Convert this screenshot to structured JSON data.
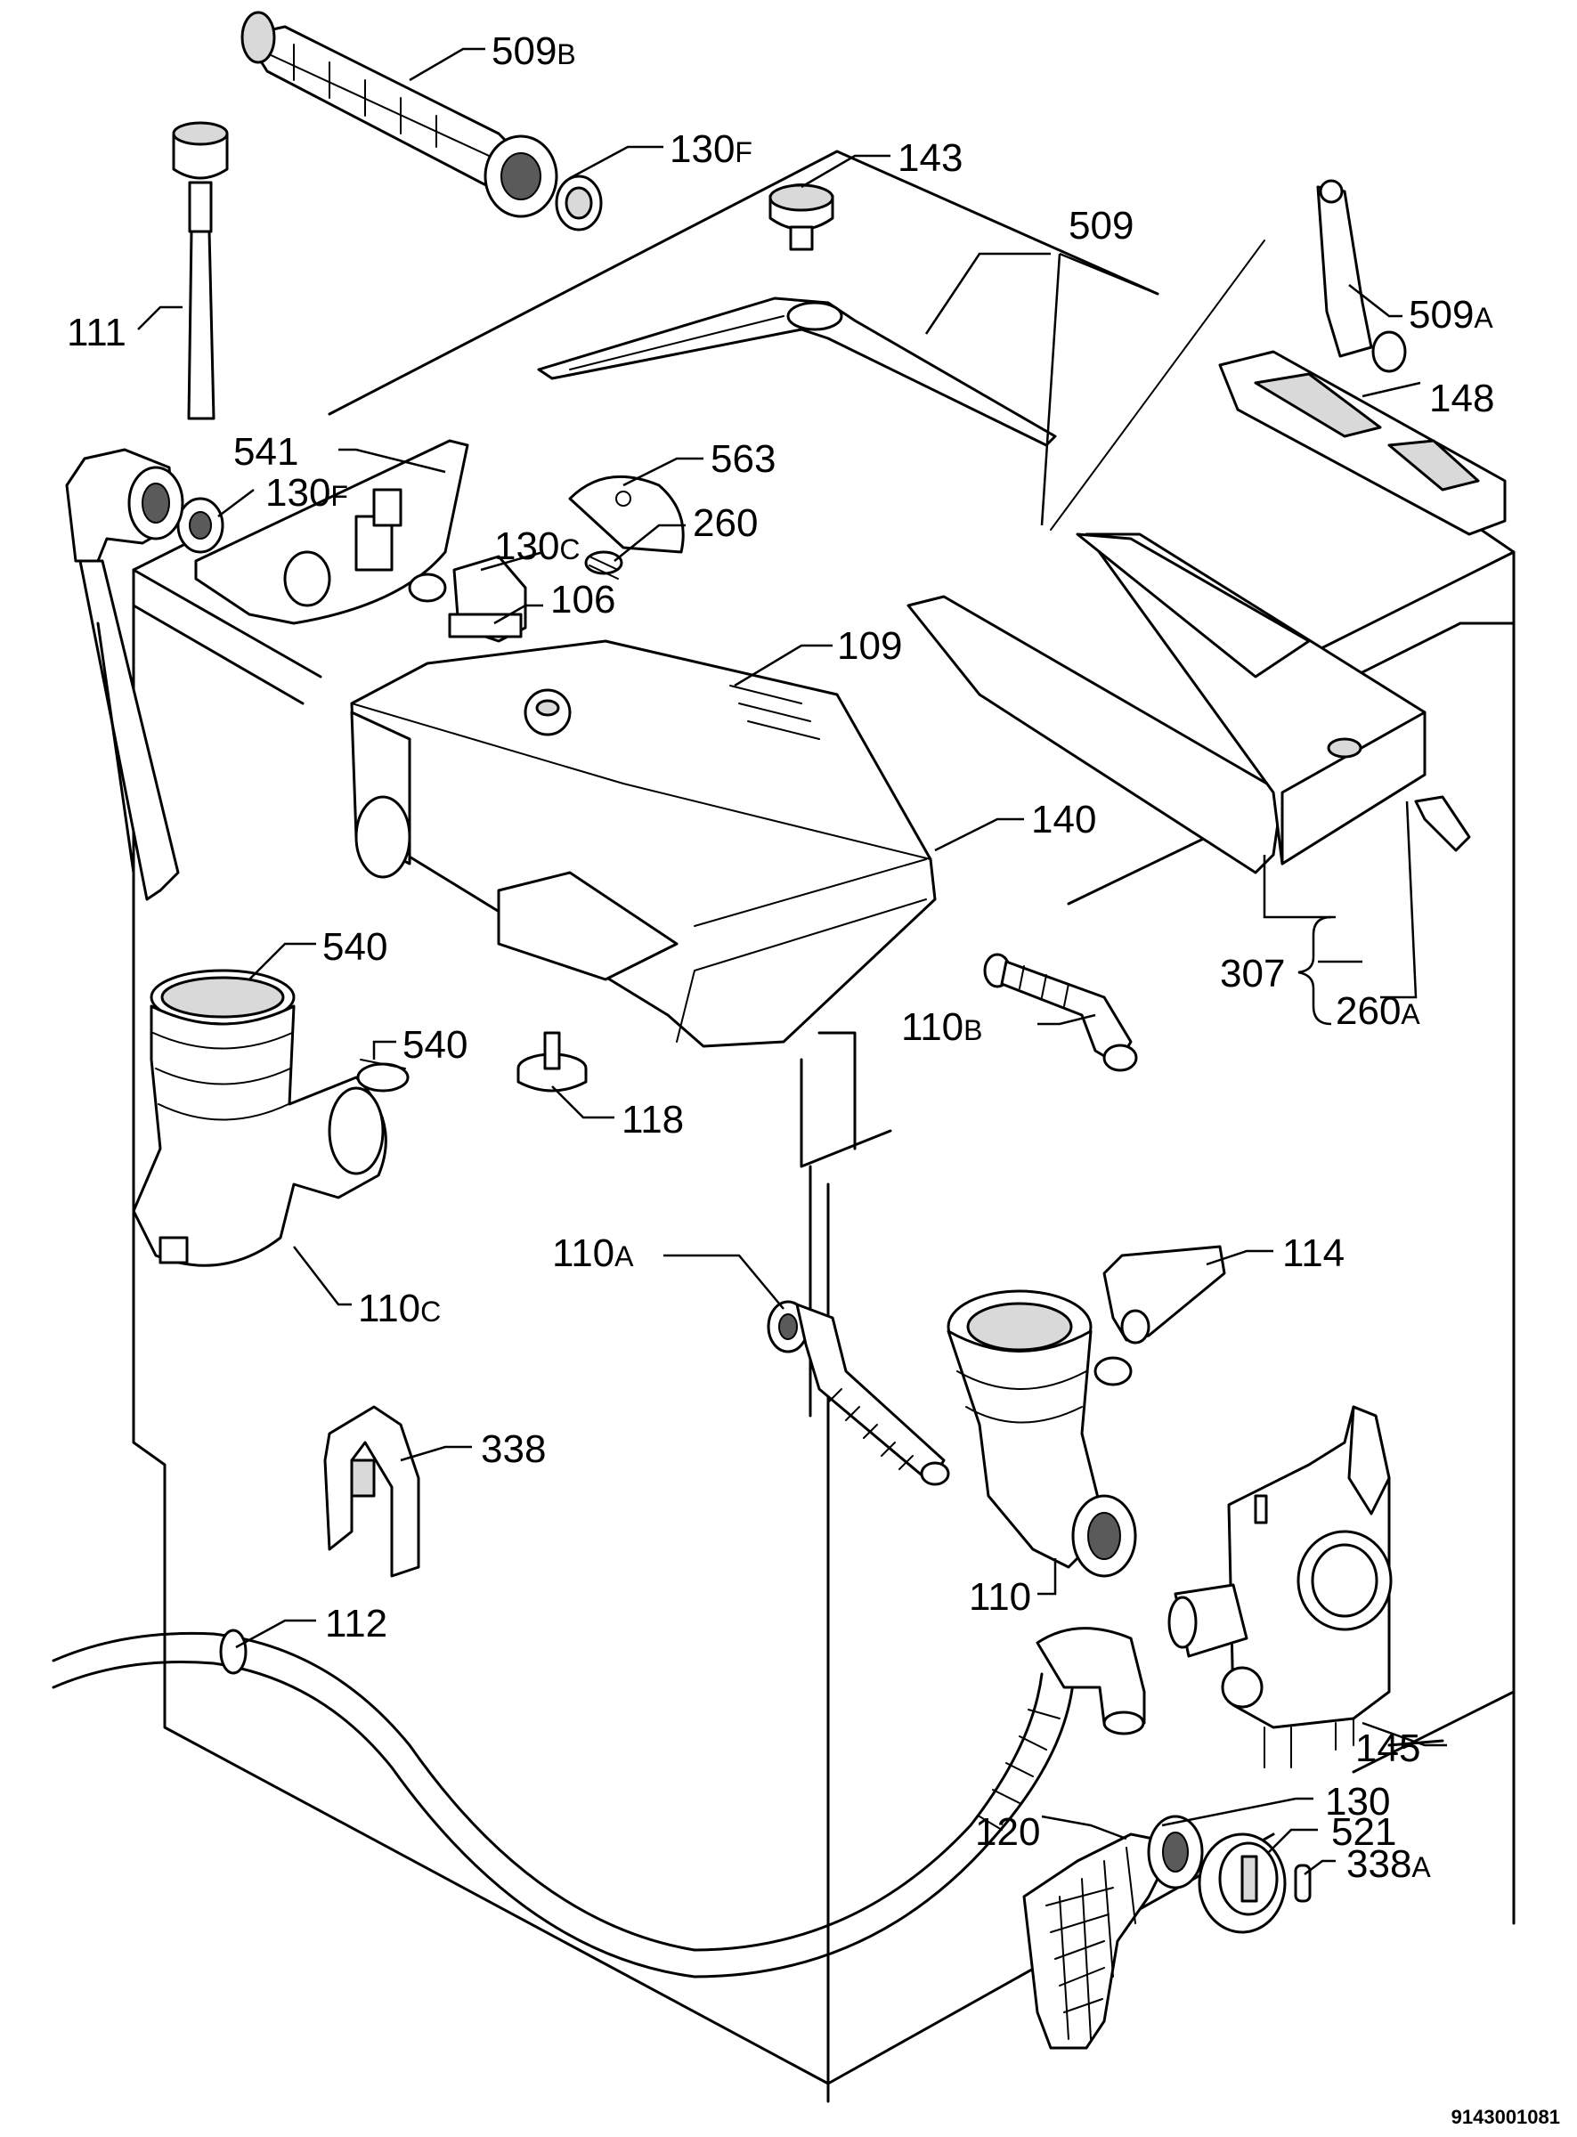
{
  "diagram": {
    "document_number": "9143001081",
    "parts": [
      {
        "id": "509B",
        "number": "509",
        "suffix": "B"
      },
      {
        "id": "130F-top",
        "number": "130",
        "suffix": "F"
      },
      {
        "id": "143",
        "number": "143",
        "suffix": ""
      },
      {
        "id": "509",
        "number": "509",
        "suffix": ""
      },
      {
        "id": "509A",
        "number": "509",
        "suffix": "A"
      },
      {
        "id": "111",
        "number": "111",
        "suffix": ""
      },
      {
        "id": "148",
        "number": "148",
        "suffix": ""
      },
      {
        "id": "541",
        "number": "541",
        "suffix": ""
      },
      {
        "id": "130F-mid",
        "number": "130",
        "suffix": "F"
      },
      {
        "id": "563",
        "number": "563",
        "suffix": ""
      },
      {
        "id": "260",
        "number": "260",
        "suffix": ""
      },
      {
        "id": "130C",
        "number": "130",
        "suffix": "C"
      },
      {
        "id": "106",
        "number": "106",
        "suffix": ""
      },
      {
        "id": "109",
        "number": "109",
        "suffix": ""
      },
      {
        "id": "140",
        "number": "140",
        "suffix": ""
      },
      {
        "id": "540-top",
        "number": "540",
        "suffix": ""
      },
      {
        "id": "540-mid",
        "number": "540",
        "suffix": ""
      },
      {
        "id": "307",
        "number": "307",
        "suffix": ""
      },
      {
        "id": "260A",
        "number": "260",
        "suffix": "A"
      },
      {
        "id": "110B",
        "number": "110",
        "suffix": "B"
      },
      {
        "id": "118",
        "number": "118",
        "suffix": ""
      },
      {
        "id": "110C",
        "number": "110",
        "suffix": "C"
      },
      {
        "id": "110A",
        "number": "110",
        "suffix": "A"
      },
      {
        "id": "114",
        "number": "114",
        "suffix": ""
      },
      {
        "id": "338",
        "number": "338",
        "suffix": ""
      },
      {
        "id": "110",
        "number": "110",
        "suffix": ""
      },
      {
        "id": "112",
        "number": "112",
        "suffix": ""
      },
      {
        "id": "145",
        "number": "145",
        "suffix": ""
      },
      {
        "id": "130",
        "number": "130",
        "suffix": ""
      },
      {
        "id": "120",
        "number": "120",
        "suffix": ""
      },
      {
        "id": "521",
        "number": "521",
        "suffix": ""
      },
      {
        "id": "338A",
        "number": "338",
        "suffix": "A"
      }
    ]
  }
}
